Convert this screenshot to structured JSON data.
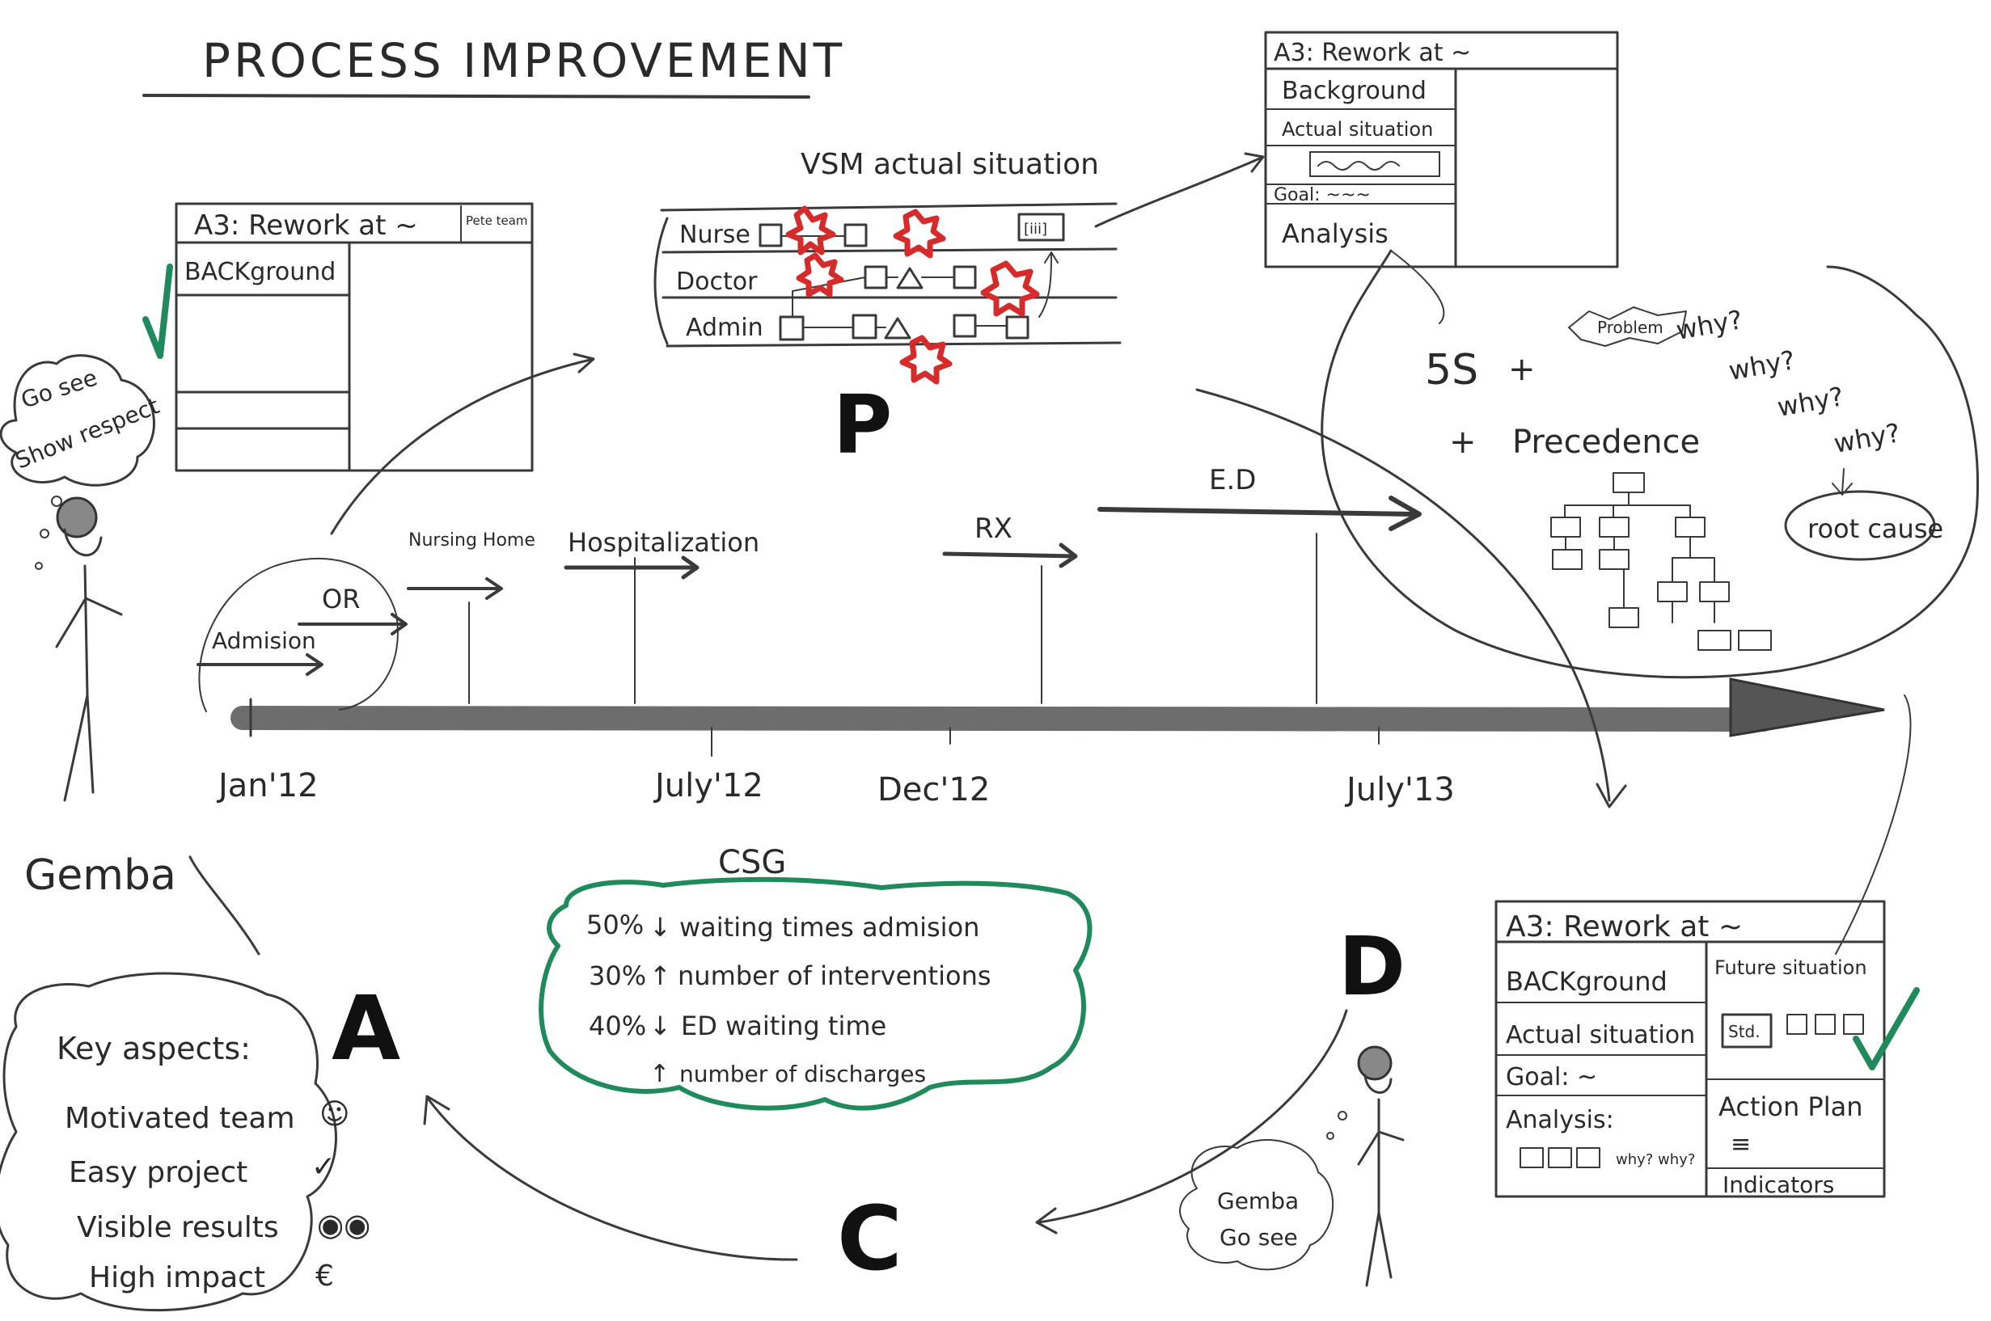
{
  "title": "PROCESS IMPROVEMENT",
  "colors": {
    "ink": "#2a2a2a",
    "green": "#1f8a5b",
    "red": "#d62b2b",
    "grey": "#6d6d6d"
  },
  "pdca": {
    "p": "P",
    "d": "D",
    "c": "C",
    "a": "A"
  },
  "a3_left": {
    "title": "A3: Rework at ~",
    "corner": "Pete team",
    "background": "BACKground"
  },
  "vsm": {
    "title": "VSM actual situation",
    "rows": [
      "Nurse",
      "Doctor",
      "Admin"
    ],
    "box_label": "[iii]"
  },
  "a3_top_right": {
    "title": "A3: Rework at ~",
    "rows": [
      "Background",
      "Actual situation",
      "Goal: ~~~",
      "Analysis"
    ]
  },
  "analysis_cloud": {
    "five_s": "5S",
    "plus1": "+",
    "plus2": "+",
    "problem": "Problem",
    "precedence": "Precedence",
    "whys": [
      "why?",
      "why?",
      "why?",
      "why?"
    ],
    "root_cause": "root cause"
  },
  "gemba_left": {
    "bubble": [
      "Go see",
      "Show respect"
    ],
    "label": "Gemba"
  },
  "timeline": {
    "dates": [
      "Jan'12",
      "July'12",
      "Dec'12",
      "July'13"
    ],
    "phases": [
      "Admision",
      "OR",
      "Nursing Home",
      "Hospitalization",
      "RX",
      "E.D"
    ]
  },
  "csg": {
    "title": "CSG",
    "lines": [
      {
        "value": "50%",
        "dir": "↓",
        "text": "waiting times admision"
      },
      {
        "value": "30%",
        "dir": "↑",
        "text": "number of interventions"
      },
      {
        "value": "40%",
        "dir": "↓",
        "text": "ED waiting time"
      },
      {
        "value": "",
        "dir": "↑",
        "text": "number of discharges"
      }
    ]
  },
  "key_aspects": {
    "title": "Key aspects:",
    "items": [
      {
        "text": "Motivated team",
        "icon": "☺"
      },
      {
        "text": "Easy project",
        "icon": "✓"
      },
      {
        "text": "Visible results",
        "icon": "◉◉"
      },
      {
        "text": "High impact",
        "icon": "€"
      }
    ]
  },
  "gemba_right": {
    "bubble": [
      "Gemba",
      "Go see"
    ]
  },
  "a3_bottom_right": {
    "title": "A3: Rework at ~",
    "left_rows": [
      "BACKground",
      "Actual situation",
      "Goal: ~",
      "Analysis:",
      "why? why?"
    ],
    "right_rows": [
      "Future situation",
      "Std.",
      "Action Plan",
      "≡",
      "Indicators"
    ]
  }
}
